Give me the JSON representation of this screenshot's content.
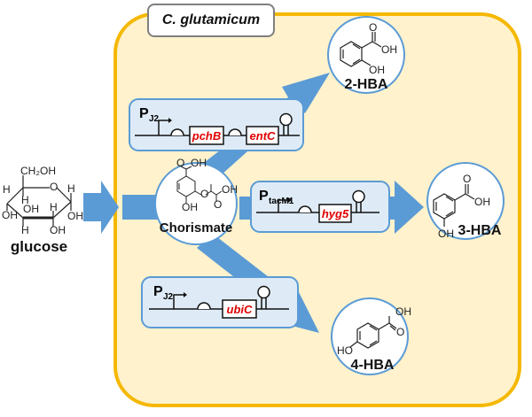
{
  "organism": "C. glutamicum",
  "colors": {
    "cell_fill": "#fff2cc",
    "cell_border": "#f5b800",
    "arrow": "#5b9bd5",
    "cassette_fill": "#deebf7",
    "cassette_border": "#5b9bd5",
    "gene_text": "#e00000"
  },
  "substrate": {
    "name": "glucose",
    "atoms": {
      "ch2oh": "CH₂OH",
      "o": "O",
      "h": "H",
      "oh": "OH"
    }
  },
  "intermediate": {
    "name": "Chorismate",
    "atoms": {
      "cooh_o": "O",
      "oh": "OH",
      "ring_o": "O"
    }
  },
  "cassettes": [
    {
      "promoter_main": "P",
      "promoter_sub": "J2",
      "genes": [
        "pchB",
        "entC"
      ]
    },
    {
      "promoter_main": "P",
      "promoter_sub": "tacM1",
      "genes": [
        "hyg5"
      ]
    },
    {
      "promoter_main": "P",
      "promoter_sub": "J2",
      "genes": [
        "ubiC"
      ]
    }
  ],
  "products": [
    {
      "name": "2-HBA",
      "atoms": {
        "o": "O",
        "oh1": "OH",
        "oh2": "OH"
      }
    },
    {
      "name": "3-HBA",
      "atoms": {
        "o": "O",
        "oh1": "OH",
        "oh2": "OH"
      }
    },
    {
      "name": "4-HBA",
      "atoms": {
        "o": "O",
        "oh1": "OH",
        "oh2": "HO"
      }
    }
  ]
}
